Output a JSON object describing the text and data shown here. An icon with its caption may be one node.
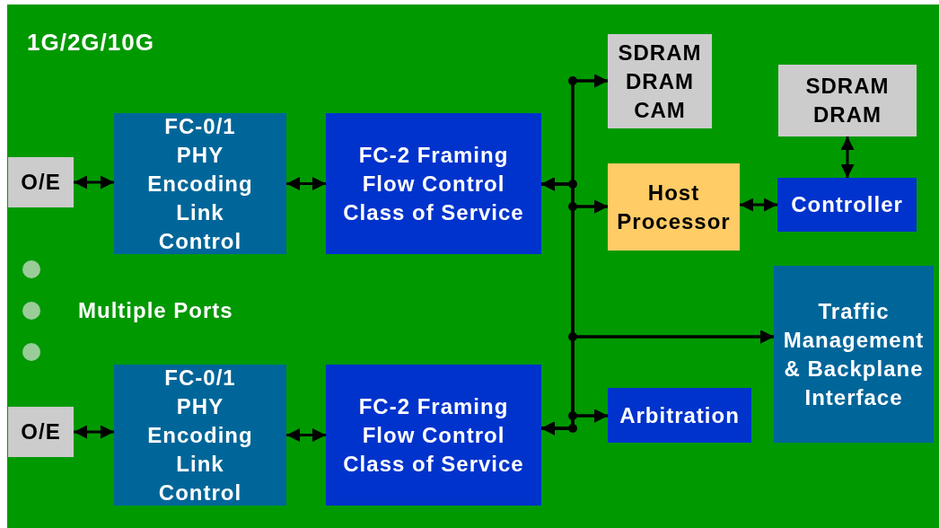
{
  "diagram": {
    "title": "1G/2G/10G",
    "nodes": [
      {
        "text": [
          "O/E"
        ]
      },
      {
        "text": [
          "FC-0/1 PHY Encoding Link Control"
        ]
      },
      {
        "text": [
          "FC-2 Framing Flow Control Class of Service"
        ]
      },
      {
        "text": [
          "O/E"
        ]
      },
      {
        "text": [
          "FC-0/1 PHY Encoding Link Control"
        ]
      },
      {
        "text": [
          "FC-2 Framing Flow Control Class of Service"
        ]
      },
      {
        "text": [
          "SDRAM DRAM CAM"
        ]
      },
      {
        "text": [
          "SDRAM DRAM"
        ]
      },
      {
        "text": [
          "Host Processor"
        ]
      },
      {
        "text": [
          "Controller"
        ]
      },
      {
        "text": [
          "Traffic Management & Backplane Interface"
        ]
      },
      {
        "text": [
          "Arbitration"
        ]
      }
    ],
    "edges": [
      {
        "from": 0,
        "to": 1,
        "arrow": "both"
      },
      {
        "from": 1,
        "to": 2,
        "arrow": "both"
      },
      {
        "from": 3,
        "to": 4,
        "arrow": "both"
      },
      {
        "from": 4,
        "to": 5,
        "arrow": "both"
      },
      {
        "from": 8,
        "to": 9,
        "arrow": "both"
      },
      {
        "from": 7,
        "to": 9,
        "arrow": "both"
      },
      {
        "from": 2,
        "to": 6,
        "arrow": "both"
      },
      {
        "from": 2,
        "to": 8,
        "arrow": "both"
      },
      {
        "from": 2,
        "to": 10,
        "arrow": "both"
      },
      {
        "from": 2,
        "to": 11,
        "arrow": "both"
      },
      {
        "from": 5,
        "to": 6,
        "arrow": "both"
      },
      {
        "from": 5,
        "to": 8,
        "arrow": "both"
      },
      {
        "from": 5,
        "to": 10,
        "arrow": "both"
      },
      {
        "from": 5,
        "to": 11,
        "arrow": "both"
      }
    ],
    "labels": [
      "Multiple Ports"
    ]
  }
}
